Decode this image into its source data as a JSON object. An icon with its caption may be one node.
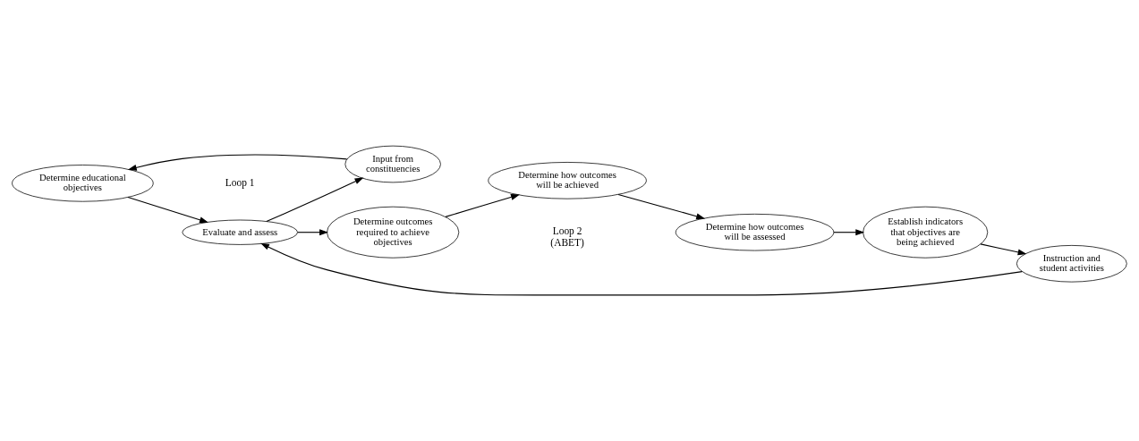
{
  "diagram": {
    "nodes": [
      {
        "text": [
          "Determine educational objectives"
        ]
      },
      {
        "text": [
          "Evaluate and assess"
        ]
      },
      {
        "text": [
          "Input from constituencies"
        ]
      },
      {
        "text": [
          "Determine outcomes required to achieve objectives"
        ]
      },
      {
        "text": [
          "Determine how outcomes will be achieved"
        ]
      },
      {
        "text": [
          "Determine how outcomes will be assessed"
        ]
      },
      {
        "text": [
          "Establish indicators that objectives are being achieved"
        ]
      },
      {
        "text": [
          "Instruction and student activities"
        ]
      }
    ],
    "edges": [
      {
        "from": 0,
        "to": 1,
        "arrow": "to"
      },
      {
        "from": 1,
        "to": 2,
        "arrow": "to"
      },
      {
        "from": 2,
        "to": 0,
        "arrow": "to"
      },
      {
        "from": 1,
        "to": 3,
        "arrow": "to"
      },
      {
        "from": 3,
        "to": 4,
        "arrow": "to"
      },
      {
        "from": 4,
        "to": 5,
        "arrow": "to"
      },
      {
        "from": 5,
        "to": 6,
        "arrow": "to"
      },
      {
        "from": 6,
        "to": 7,
        "arrow": "to"
      },
      {
        "from": 7,
        "to": 1,
        "arrow": "to"
      }
    ],
    "labels": [
      "Loop 1",
      "Loop 2 (ABET)"
    ]
  }
}
